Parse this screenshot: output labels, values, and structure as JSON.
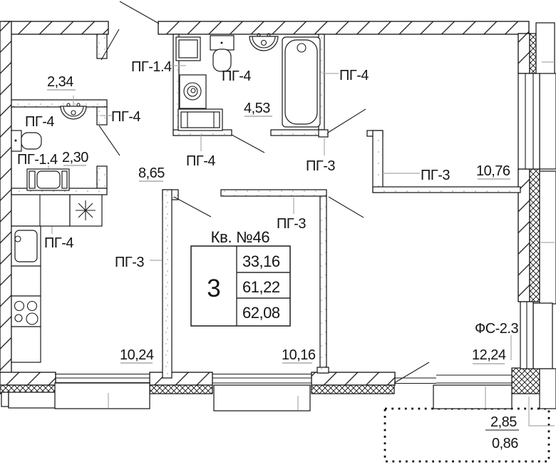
{
  "drawing": {
    "apartment": {
      "title": "Кв. №46",
      "rooms_count": "3",
      "living_area": "33,16",
      "apartment_area": "61,22",
      "total_area": "62,08"
    },
    "areas": {
      "hall_top_left": "2,34",
      "wc": "2,30",
      "bathroom": "4,53",
      "corridor": "8,65",
      "bedroom_top_right": "10,76",
      "kitchen": "10,24",
      "living_room": "10,16",
      "bedroom_bottom_right": "12,24",
      "balcony_full": "2,85",
      "balcony_reduced": "0,86"
    },
    "callouts": {
      "pg14_wc": "ПГ-1.4",
      "pg14_bath": "ПГ-1.4",
      "pg4_wc": "ПГ-4",
      "pg4_wall": "ПГ-4",
      "pg4_bath": "ПГ-4",
      "pg4_tub": "ПГ-4",
      "pg4_corridor": "ПГ-4",
      "pg4_kitchen": "ПГ-4",
      "pg3_hall": "ПГ-3",
      "pg3_bedroom": "ПГ-3",
      "pg3_living_left": "ПГ-3",
      "pg3_living_top": "ПГ-3",
      "fs23": "ФС-2.3"
    }
  }
}
